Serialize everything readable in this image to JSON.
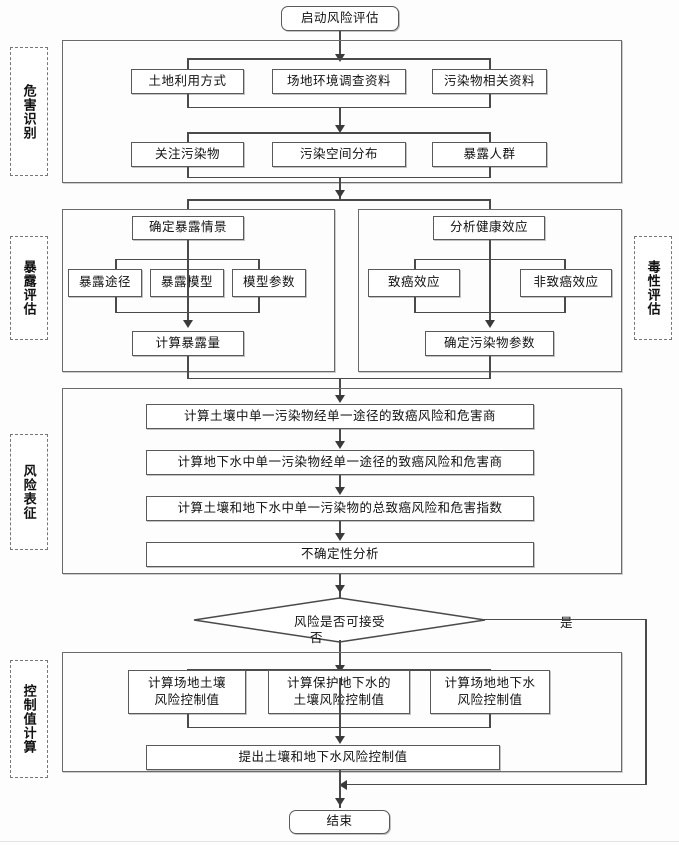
{
  "diagram": {
    "title_start": "启动风险评估",
    "title_end": "结束",
    "sections": [
      {
        "id": "hazard",
        "label": "危害识别"
      },
      {
        "id": "exposure",
        "label": "暴露评估"
      },
      {
        "id": "toxicity",
        "label": "毒性评估"
      },
      {
        "id": "riskchar",
        "label": "风险表征"
      },
      {
        "id": "control",
        "label": "控制值计算"
      }
    ],
    "hazard": {
      "row1": [
        "土地利用方式",
        "场地环境调查资料",
        "污染物相关资料"
      ],
      "row2": [
        "关注污染物",
        "污染空间分布",
        "暴露人群"
      ]
    },
    "exposure": {
      "head": "确定暴露情景",
      "mid": [
        "暴露途径",
        "暴露模型",
        "模型参数"
      ],
      "tail": "计算暴露量"
    },
    "toxicity": {
      "head": "分析健康效应",
      "mid": [
        "致癌效应",
        "非致癌效应"
      ],
      "tail": "确定污染物参数"
    },
    "riskchar": {
      "steps": [
        "计算土壤中单一污染物经单一途径的致癌风险和危害商",
        "计算地下水中单一污染物经单一途径的致癌风险和危害商",
        "计算土壤和地下水中单一污染物的总致癌风险和危害指数",
        "不确定性分析"
      ]
    },
    "decision": {
      "label": "风险是否可接受",
      "branch_no": "否",
      "branch_yes": "是"
    },
    "control": {
      "row1": [
        {
          "l1": "计算场地土壤",
          "l2": "风险控制值"
        },
        {
          "l1": "计算保护地下水的",
          "l2": "土壤风险控制值"
        },
        {
          "l1": "计算场地地下水",
          "l2": "风险控制值"
        }
      ],
      "tail": "提出土壤和地下水风险控制值"
    },
    "colors": {
      "node_border": "#5a5a5a",
      "group_border": "#6a6a6a",
      "line": "#4a4a4a",
      "label_border": "#777777",
      "background": "#fdfdfd"
    }
  }
}
